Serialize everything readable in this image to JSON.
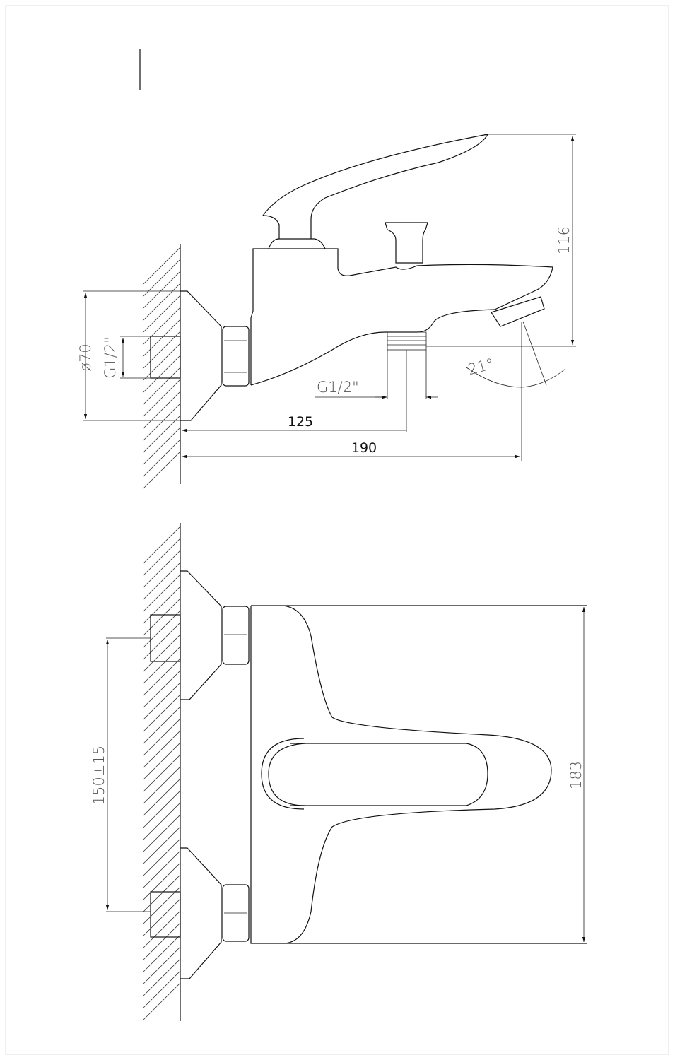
{
  "drawing": {
    "side_view": {
      "dim_escutcheon_diameter": "ø70",
      "dim_inlet_thread": "G1/2\"",
      "dim_outlet_thread": "G1/2\"",
      "dim_height": "116",
      "dim_angle": "21°",
      "dim_outlet_distance": "125",
      "dim_spout_reach": "190"
    },
    "front_view": {
      "dim_inlet_spacing": "150±15",
      "dim_body_width": "183"
    }
  }
}
